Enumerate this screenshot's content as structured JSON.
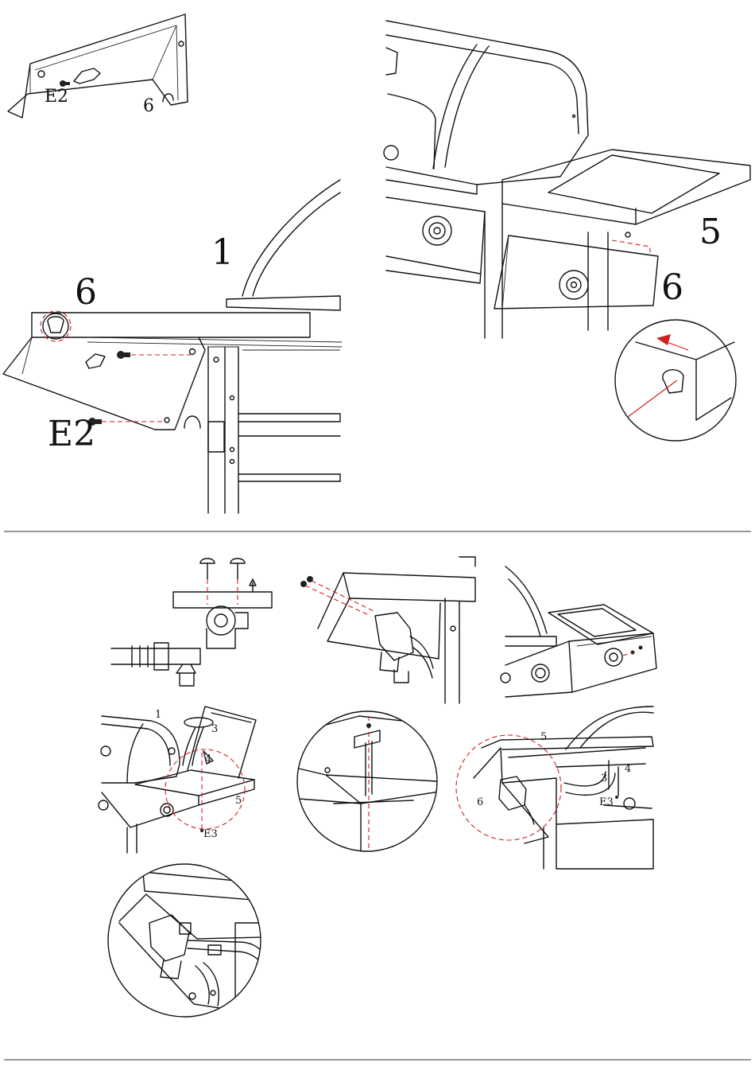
{
  "labels": {
    "top_left_inset": {
      "e2": "E2",
      "six": "6"
    },
    "top_left_main": {
      "one": "1",
      "six": "6",
      "e2": "E2"
    },
    "top_right": {
      "five": "5",
      "six": "6"
    },
    "step_d": {
      "one": "1",
      "three": "3",
      "four": "4",
      "five": "5",
      "e3": "E3"
    },
    "step_f": {
      "five": "5",
      "three": "3",
      "four": "4",
      "six": "6",
      "e3": "E3"
    }
  },
  "colors": {
    "accent_arrow": "#d21f1f",
    "line": "#111111",
    "divider": "#333333"
  }
}
